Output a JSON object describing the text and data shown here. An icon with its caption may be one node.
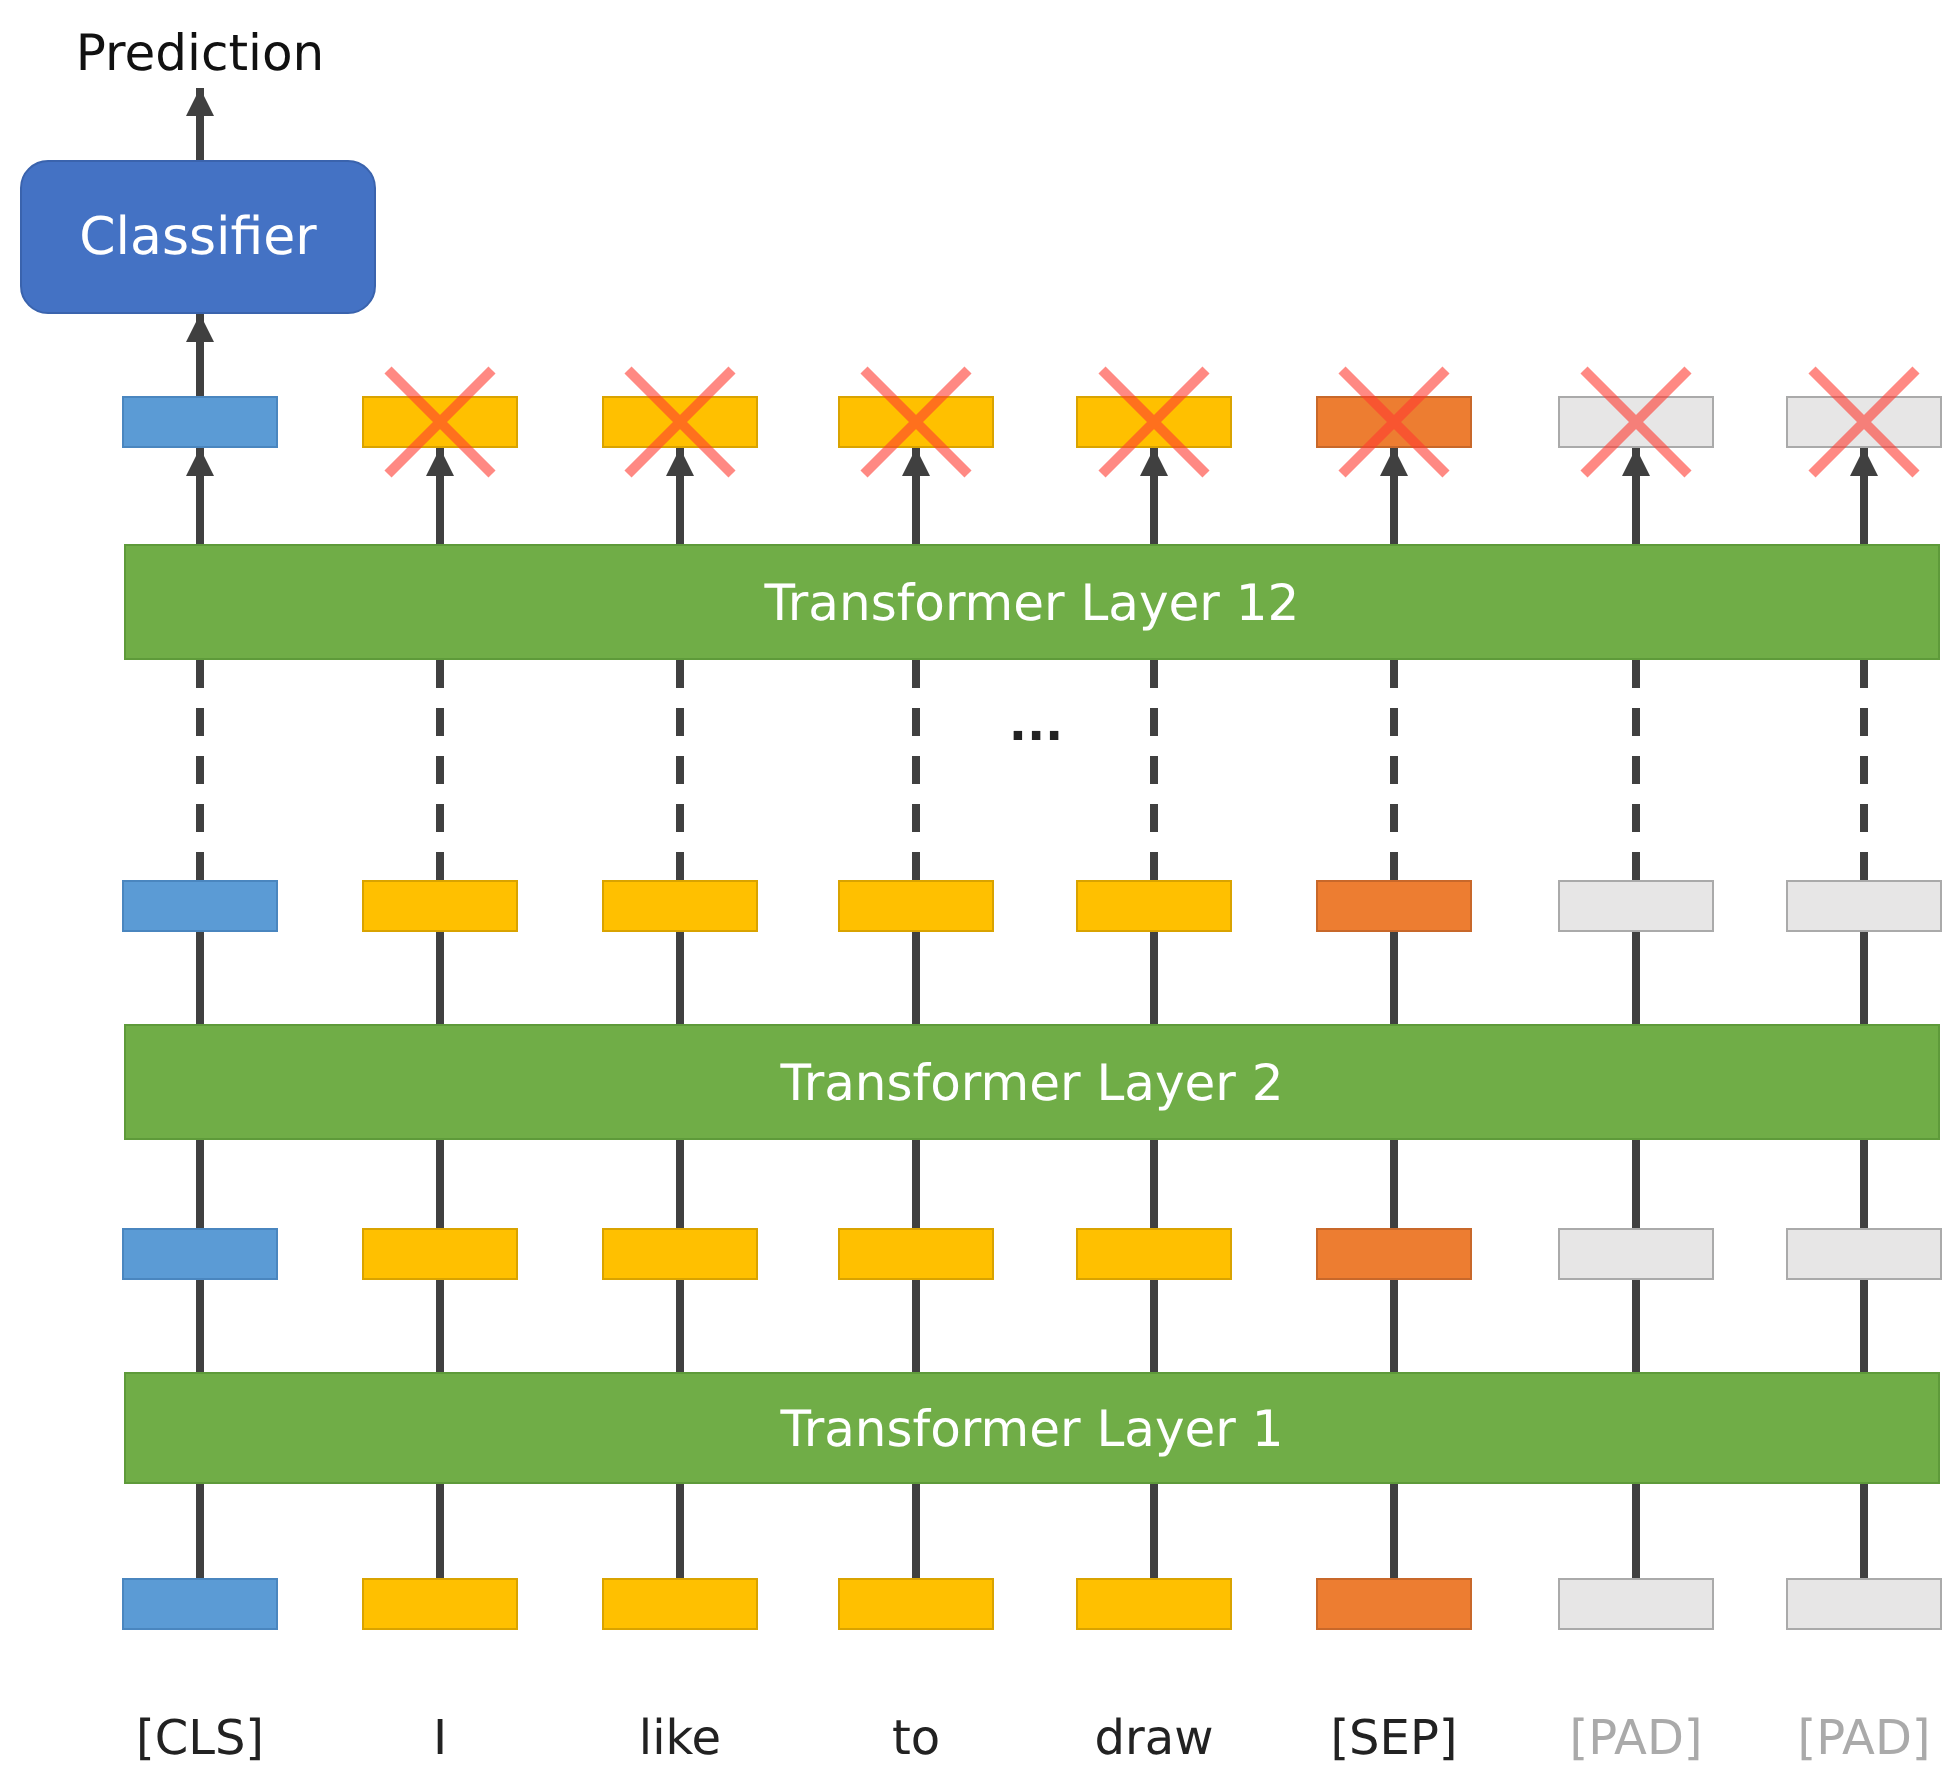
{
  "diagram": {
    "nodes": [
      {
        "text": [
          "Prediction"
        ]
      },
      {
        "text": [
          "Classifier"
        ]
      },
      {
        "text": [],
        "shape": "bar"
      },
      {
        "text": [],
        "shape": "bar"
      },
      {
        "text": [],
        "shape": "bar"
      },
      {
        "text": [],
        "shape": "bar"
      },
      {
        "text": [],
        "shape": "bar"
      },
      {
        "text": [],
        "shape": "bar"
      },
      {
        "text": [],
        "shape": "bar"
      },
      {
        "text": [],
        "shape": "bar"
      },
      {
        "text": [
          "Transformer Layer 12"
        ]
      },
      {
        "text": [],
        "shape": "bar"
      },
      {
        "text": [],
        "shape": "bar"
      },
      {
        "text": [],
        "shape": "bar"
      },
      {
        "text": [],
        "shape": "bar"
      },
      {
        "text": [],
        "shape": "bar"
      },
      {
        "text": [],
        "shape": "bar"
      },
      {
        "text": [],
        "shape": "bar"
      },
      {
        "text": [],
        "shape": "bar"
      },
      {
        "text": [
          "Transformer Layer 2"
        ]
      },
      {
        "text": [],
        "shape": "bar"
      },
      {
        "text": [],
        "shape": "bar"
      },
      {
        "text": [],
        "shape": "bar"
      },
      {
        "text": [],
        "shape": "bar"
      },
      {
        "text": [],
        "shape": "bar"
      },
      {
        "text": [],
        "shape": "bar"
      },
      {
        "text": [],
        "shape": "bar"
      },
      {
        "text": [],
        "shape": "bar"
      },
      {
        "text": [
          "Transformer Layer 1"
        ]
      },
      {
        "text": [],
        "shape": "bar",
        "beside": [
          "[CLS]"
        ]
      },
      {
        "text": [],
        "shape": "bar",
        "beside": [
          "I"
        ]
      },
      {
        "text": [],
        "shape": "bar",
        "beside": [
          "like"
        ]
      },
      {
        "text": [],
        "shape": "bar",
        "beside": [
          "to"
        ]
      },
      {
        "text": [],
        "shape": "bar",
        "beside": [
          "draw"
        ]
      },
      {
        "text": [],
        "shape": "bar",
        "beside": [
          "[SEP]"
        ]
      },
      {
        "text": [],
        "shape": "bar",
        "beside": [
          "[PAD]"
        ]
      },
      {
        "text": [],
        "shape": "bar",
        "beside": [
          "[PAD]"
        ]
      }
    ],
    "edges": [
      {
        "from": 29,
        "to": 28,
        "arrow": "none"
      },
      {
        "from": 30,
        "to": 28,
        "arrow": "none"
      },
      {
        "from": 31,
        "to": 28,
        "arrow": "none"
      },
      {
        "from": 32,
        "to": 28,
        "arrow": "none"
      },
      {
        "from": 33,
        "to": 28,
        "arrow": "none"
      },
      {
        "from": 34,
        "to": 28,
        "arrow": "none"
      },
      {
        "from": 35,
        "to": 28,
        "arrow": "none"
      },
      {
        "from": 36,
        "to": 28,
        "arrow": "none"
      },
      {
        "from": 28,
        "to": 20,
        "arrow": "none"
      },
      {
        "from": 28,
        "to": 21,
        "arrow": "none"
      },
      {
        "from": 28,
        "to": 22,
        "arrow": "none"
      },
      {
        "from": 28,
        "to": 23,
        "arrow": "none"
      },
      {
        "from": 28,
        "to": 24,
        "arrow": "none"
      },
      {
        "from": 28,
        "to": 25,
        "arrow": "none"
      },
      {
        "from": 28,
        "to": 26,
        "arrow": "none"
      },
      {
        "from": 28,
        "to": 27,
        "arrow": "none"
      },
      {
        "from": 20,
        "to": 19,
        "arrow": "none"
      },
      {
        "from": 21,
        "to": 19,
        "arrow": "none"
      },
      {
        "from": 22,
        "to": 19,
        "arrow": "none"
      },
      {
        "from": 23,
        "to": 19,
        "arrow": "none"
      },
      {
        "from": 24,
        "to": 19,
        "arrow": "none"
      },
      {
        "from": 25,
        "to": 19,
        "arrow": "none"
      },
      {
        "from": 26,
        "to": 19,
        "arrow": "none"
      },
      {
        "from": 27,
        "to": 19,
        "arrow": "none"
      },
      {
        "from": 19,
        "to": 11,
        "arrow": "none"
      },
      {
        "from": 19,
        "to": 12,
        "arrow": "none"
      },
      {
        "from": 19,
        "to": 13,
        "arrow": "none"
      },
      {
        "from": 19,
        "to": 14,
        "arrow": "none"
      },
      {
        "from": 19,
        "to": 15,
        "arrow": "none"
      },
      {
        "from": 19,
        "to": 16,
        "arrow": "none"
      },
      {
        "from": 19,
        "to": 17,
        "arrow": "none"
      },
      {
        "from": 19,
        "to": 18,
        "arrow": "none"
      },
      {
        "from": 11,
        "to": 10,
        "arrow": "none",
        "style": "dashed"
      },
      {
        "from": 12,
        "to": 10,
        "arrow": "none",
        "style": "dashed"
      },
      {
        "from": 13,
        "to": 10,
        "arrow": "none",
        "style": "dashed"
      },
      {
        "from": 14,
        "to": 10,
        "arrow": "none",
        "style": "dashed"
      },
      {
        "from": 15,
        "to": 10,
        "arrow": "none",
        "style": "dashed"
      },
      {
        "from": 16,
        "to": 10,
        "arrow": "none",
        "style": "dashed"
      },
      {
        "from": 17,
        "to": 10,
        "arrow": "none",
        "style": "dashed"
      },
      {
        "from": 18,
        "to": 10,
        "arrow": "none",
        "style": "dashed"
      },
      {
        "from": 10,
        "to": 2,
        "arrow": "to"
      },
      {
        "from": 10,
        "to": 3,
        "arrow": "to"
      },
      {
        "from": 10,
        "to": 4,
        "arrow": "to"
      },
      {
        "from": 10,
        "to": 5,
        "arrow": "to"
      },
      {
        "from": 10,
        "to": 6,
        "arrow": "to"
      },
      {
        "from": 10,
        "to": 7,
        "arrow": "to"
      },
      {
        "from": 10,
        "to": 8,
        "arrow": "to"
      },
      {
        "from": 10,
        "to": 9,
        "arrow": "to"
      },
      {
        "from": 2,
        "to": 1,
        "arrow": "to"
      },
      {
        "from": 1,
        "to": 0,
        "arrow": "to"
      }
    ],
    "labels": [
      "..."
    ]
  }
}
